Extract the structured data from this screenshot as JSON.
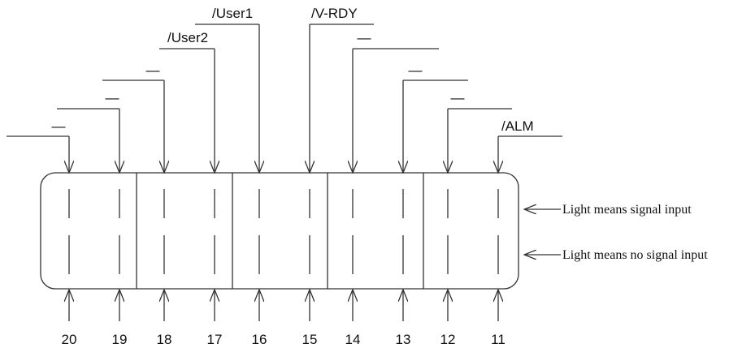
{
  "top_labels": [
    {
      "pin": "20",
      "text": "—"
    },
    {
      "pin": "19",
      "text": "—"
    },
    {
      "pin": "18",
      "text": "—"
    },
    {
      "pin": "17",
      "text": "/User2"
    },
    {
      "pin": "16",
      "text": "/User1"
    },
    {
      "pin": "15",
      "text": "/V-RDY"
    },
    {
      "pin": "14",
      "text": "—"
    },
    {
      "pin": "13",
      "text": "—"
    },
    {
      "pin": "12",
      "text": "—"
    },
    {
      "pin": "11",
      "text": "/ALM"
    }
  ],
  "pin_numbers": [
    "20",
    "19",
    "18",
    "17",
    "16",
    "15",
    "14",
    "13",
    "12",
    "11"
  ],
  "legend": {
    "light_signal_input": "Light means signal input",
    "light_no_signal_input": "Light means no signal input"
  }
}
